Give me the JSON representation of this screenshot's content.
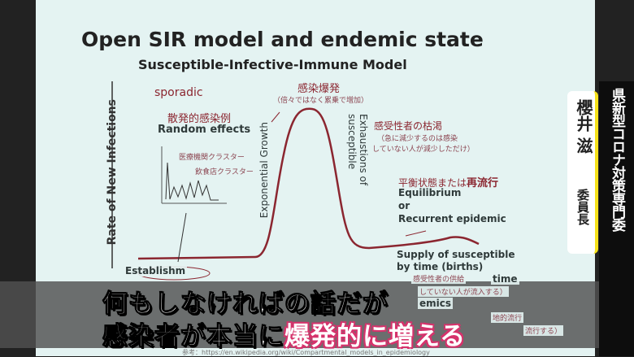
{
  "slide": {
    "title": "Open SIR model and endemic state",
    "subtitle": "Susceptible-Infective-Immune Model",
    "y_axis_label": "Rate of New Infections",
    "sporadic": "sporadic",
    "sporadic_jp": "散発的感染例",
    "random_effects": "Random effects",
    "cluster_medical": "医療機関クラスター",
    "cluster_restaurant": "飲食店クラスター",
    "outbreak_jp": "感染爆発",
    "outbreak_note": "（倍々ではなく累乗で増加）",
    "exponential_growth": "Exponential Growth",
    "exhaustion": "Exhaustions of susceptible",
    "exhaustion_jp": "感受性者の枯渇",
    "exhaustion_note_1": "（急に減少するのは感染",
    "exhaustion_note_2": "していない人が減少しただけ）",
    "equilibrium_jp_1": "平衡状態または",
    "equilibrium_jp_2": "再流行",
    "equilibrium": "Equilibrium",
    "or": "or",
    "recurrent": "Recurrent epidemic",
    "supply_1": "Supply of susceptible",
    "supply_2": "by time (births)",
    "supply_jp": "感受性者の供給",
    "time": "time",
    "supply_note": "していない人が流入する）",
    "endemics": "emics",
    "endemic_jp": "地的流行",
    "endemic_note": "流行する）",
    "establishment": "Establishm",
    "reference": "参考：https://en.wikipedia.org/wiki/Compartmental_models_in_epidemiology"
  },
  "caption": {
    "line1": "何もしなければの話だが",
    "line2_a": "感染者が本当に",
    "line2_b": "爆発的に増える"
  },
  "nameplate": {
    "name": "櫻井 滋",
    "title": "委員長",
    "org": "県新型コロナ対策専門委"
  }
}
